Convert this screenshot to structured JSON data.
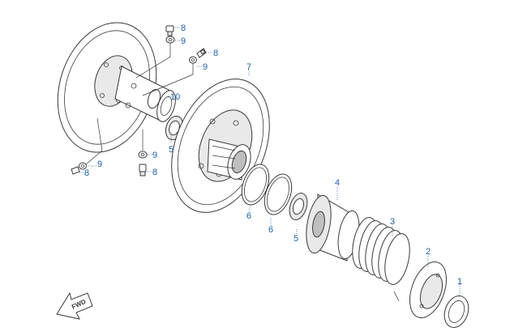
{
  "diagram": {
    "fwd_label": "FWD",
    "callouts": [
      {
        "id": "c1",
        "label": "1"
      },
      {
        "id": "c2",
        "label": "2"
      },
      {
        "id": "c3",
        "label": "3"
      },
      {
        "id": "c4",
        "label": "4"
      },
      {
        "id": "c5a",
        "label": "5"
      },
      {
        "id": "c5b",
        "label": "5"
      },
      {
        "id": "c6a",
        "label": "6"
      },
      {
        "id": "c6b",
        "label": "6"
      },
      {
        "id": "c7",
        "label": "7"
      },
      {
        "id": "c8a",
        "label": "8"
      },
      {
        "id": "c8b",
        "label": "8"
      },
      {
        "id": "c8c",
        "label": "8"
      },
      {
        "id": "c8d",
        "label": "8"
      },
      {
        "id": "c9a",
        "label": "9"
      },
      {
        "id": "c9b",
        "label": "9"
      },
      {
        "id": "c9c",
        "label": "9"
      },
      {
        "id": "c9d",
        "label": "9"
      },
      {
        "id": "c10",
        "label": "10"
      }
    ]
  }
}
